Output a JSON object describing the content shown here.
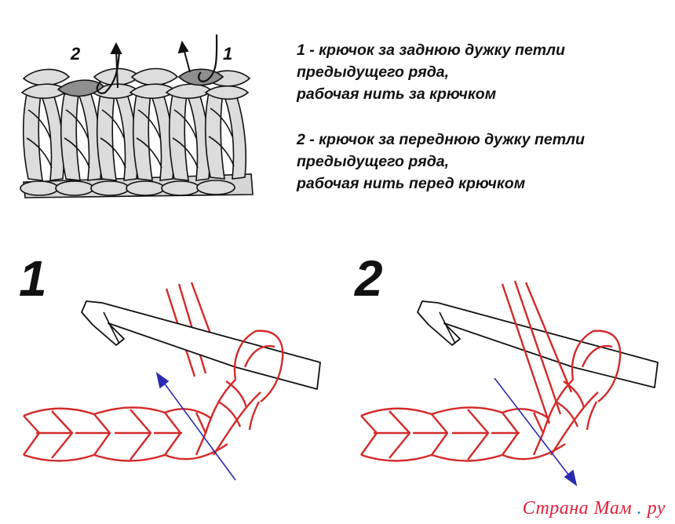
{
  "legend": {
    "item1": {
      "line1": "1 - крючок за заднюю  дужку  петли",
      "line2": "предыдущего ряда,",
      "line3": "рабочая нить за крючком"
    },
    "item2": {
      "line1": "2 - крючок за переднюю  дужку  петли",
      "line2": "предыдущего ряда,",
      "line3": "рабочая нить перед крючком"
    }
  },
  "top_diagram": {
    "label_left": "2",
    "label_right": "1"
  },
  "figures": [
    {
      "number": "1"
    },
    {
      "number": "2"
    }
  ],
  "watermark": {
    "text": "Страна Мам",
    "dot": ".",
    "suffix": "ру"
  },
  "colors": {
    "yarn": "#d42a2a",
    "arrow": "#2b2bb0",
    "stitch_fill": "#dcdcdc",
    "stitch_dark": "#8f8f8f",
    "outline": "#111111"
  }
}
